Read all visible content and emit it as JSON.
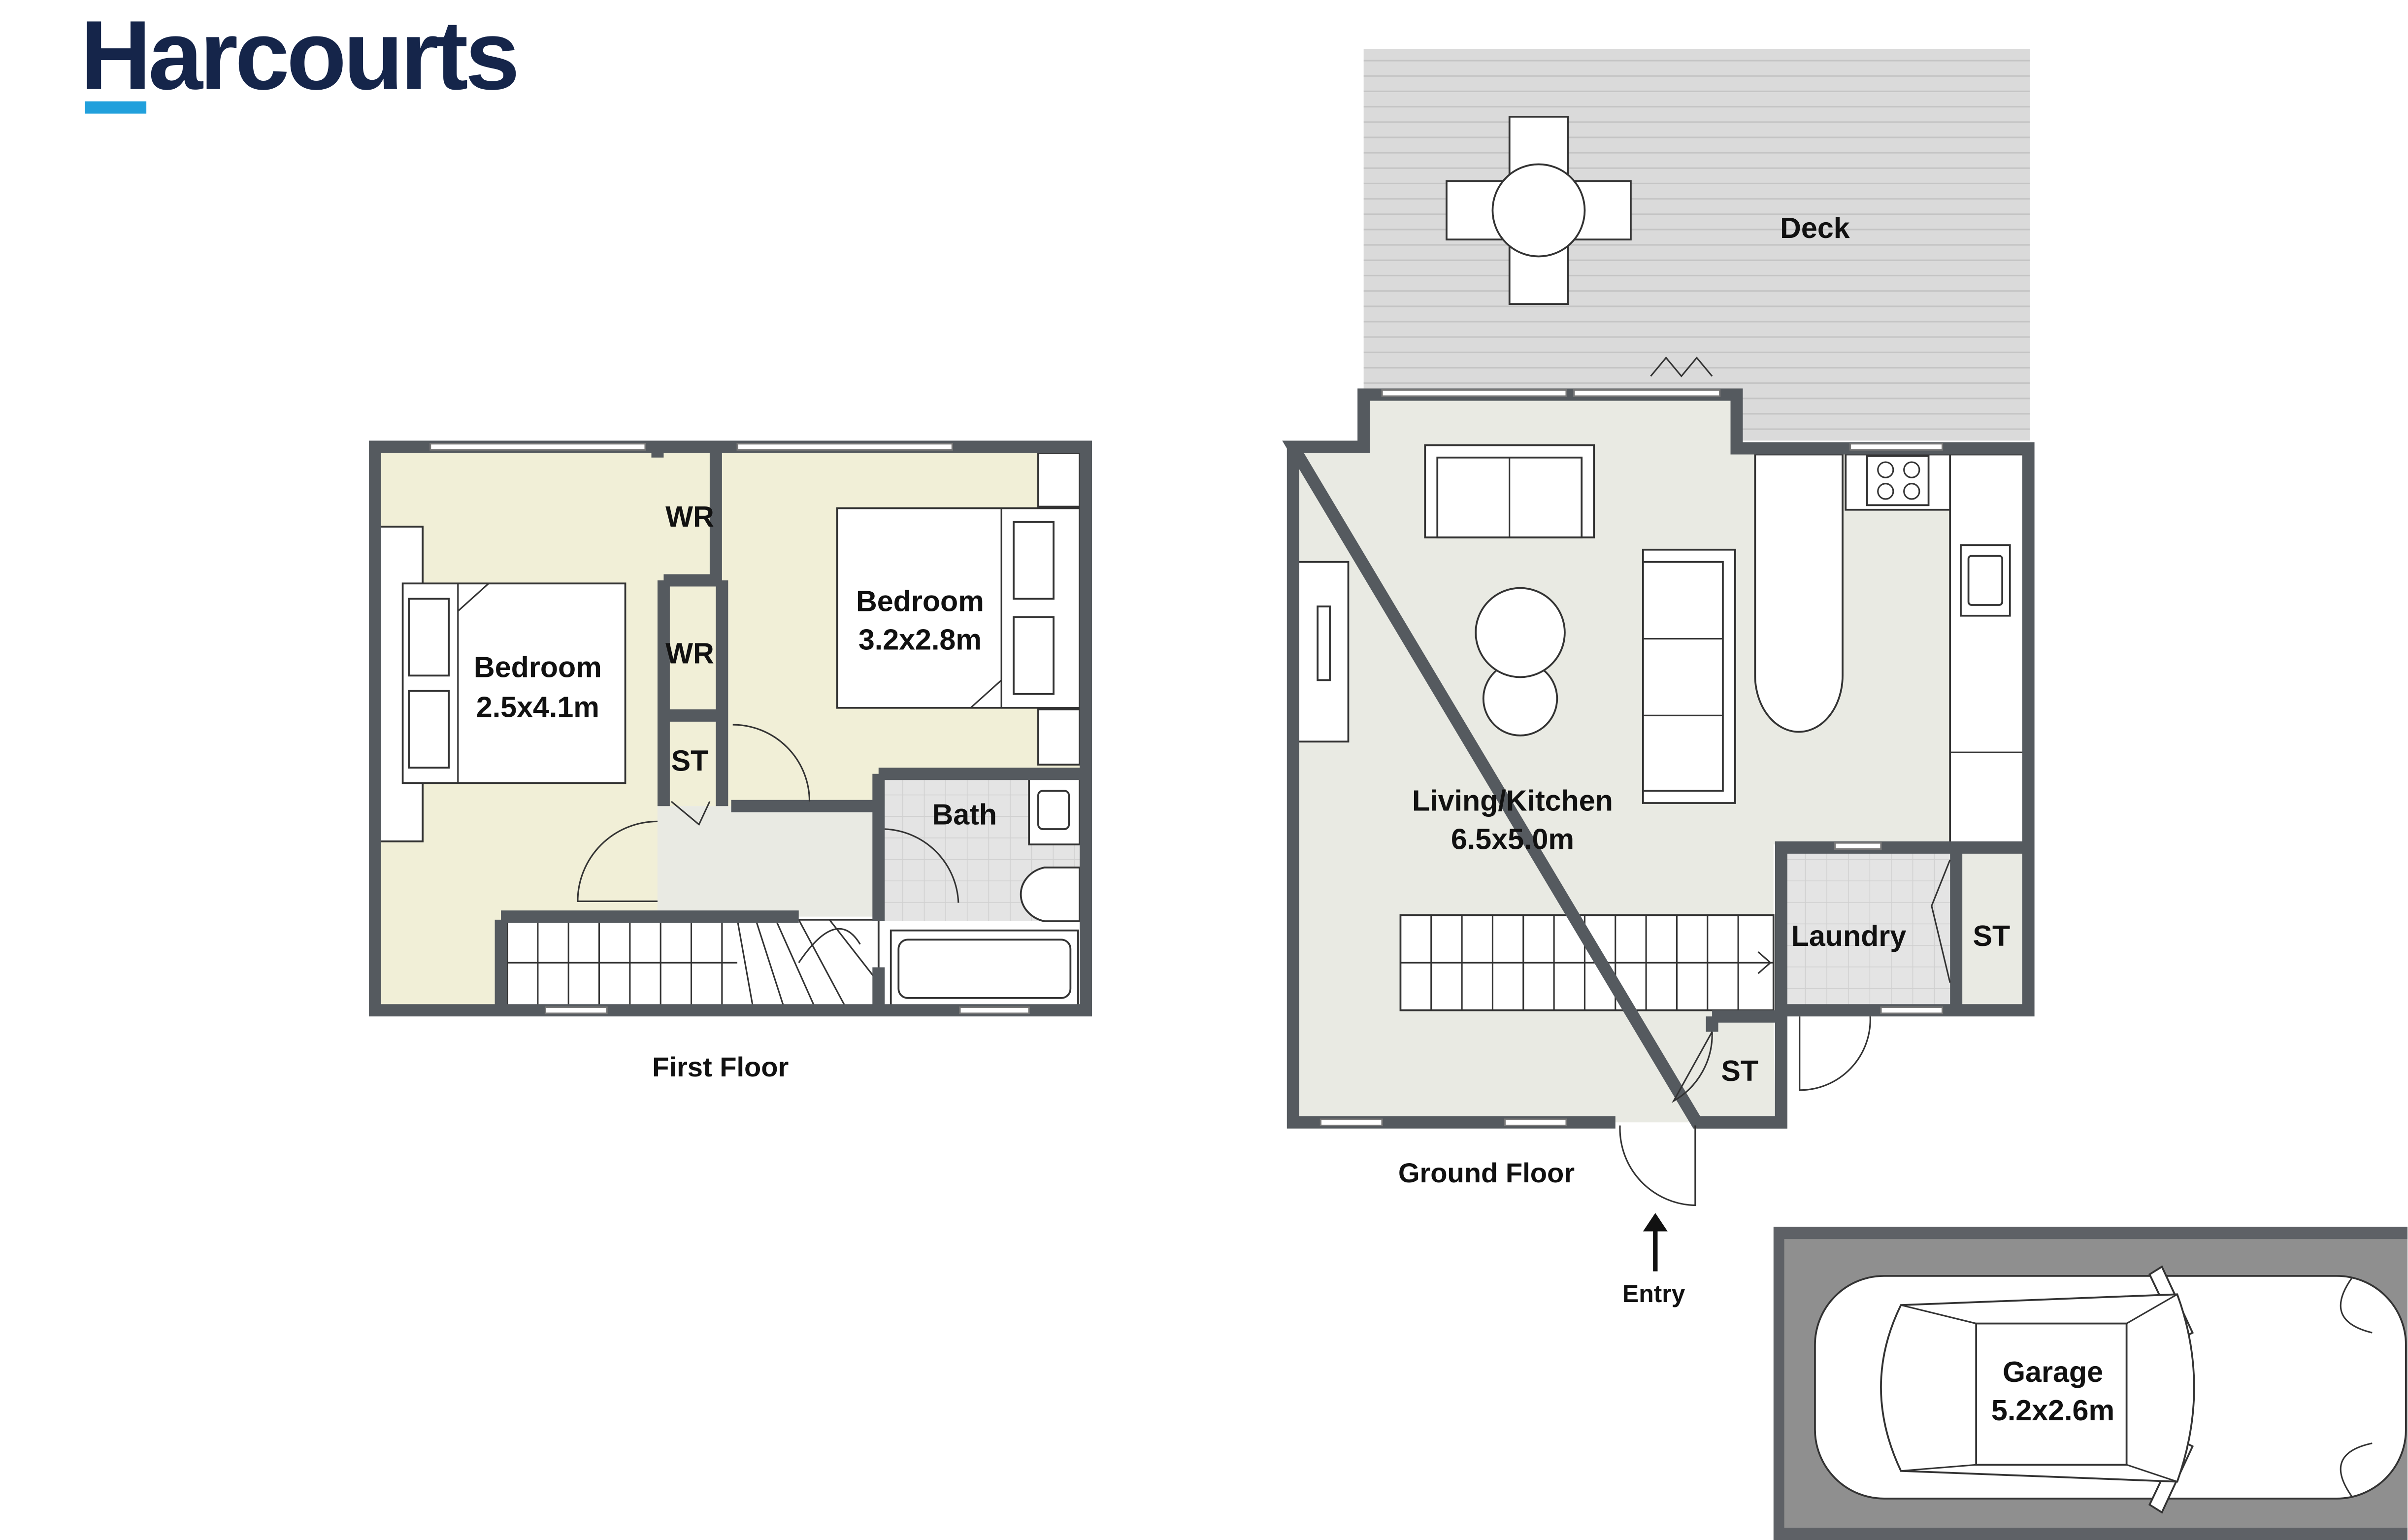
{
  "logo": {
    "text": "Harcourts",
    "colors": {
      "text": "#15254a",
      "accent": "#21a0dc"
    }
  },
  "first_floor": {
    "title": "First Floor",
    "rooms": {
      "bedroom1": {
        "name": "Bedroom",
        "size": "2.5x4.1m"
      },
      "bedroom2": {
        "name": "Bedroom",
        "size": "3.2x2.8m"
      },
      "wr1": "WR",
      "wr2": "WR",
      "st": "ST",
      "bath": "Bath"
    }
  },
  "ground_floor": {
    "title": "Ground Floor",
    "rooms": {
      "deck": "Deck",
      "living": {
        "name": "Living/Kitchen",
        "size": "6.5x5.0m"
      },
      "laundry": "Laundry",
      "st1": "ST",
      "st2": "ST"
    },
    "entry": "Entry"
  },
  "garage": {
    "name": "Garage",
    "size": "5.2x2.6m"
  },
  "colors": {
    "wall": "#555a5f",
    "bedroom": "#f1efd7",
    "living": "#e9eae3",
    "deck": "#d9d9d9",
    "garage": "#8f8f8f"
  }
}
